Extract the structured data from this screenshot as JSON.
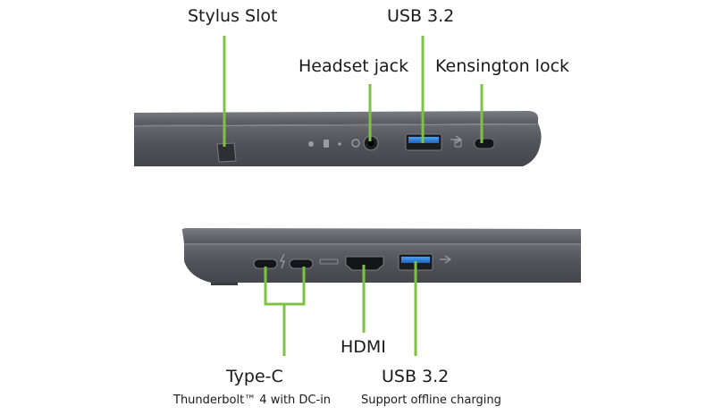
{
  "callouts": {
    "stylus_slot": "Stylus Slot",
    "usb_top": "USB 3.2",
    "headset_jack": "Headset jack",
    "kensington_lock": "Kensington lock",
    "hdmi": "HDMI",
    "type_c": "Type-C",
    "type_c_note": "Thunderbolt™ 4 with DC-in",
    "usb_bottom": "USB 3.2",
    "usb_bottom_note": "Support offline charging"
  },
  "colors": {
    "leader_line": "#7dc242",
    "chassis": "#54565c",
    "chassis_dark": "#3a3b40",
    "usb_blue": "#2f7fd6"
  }
}
